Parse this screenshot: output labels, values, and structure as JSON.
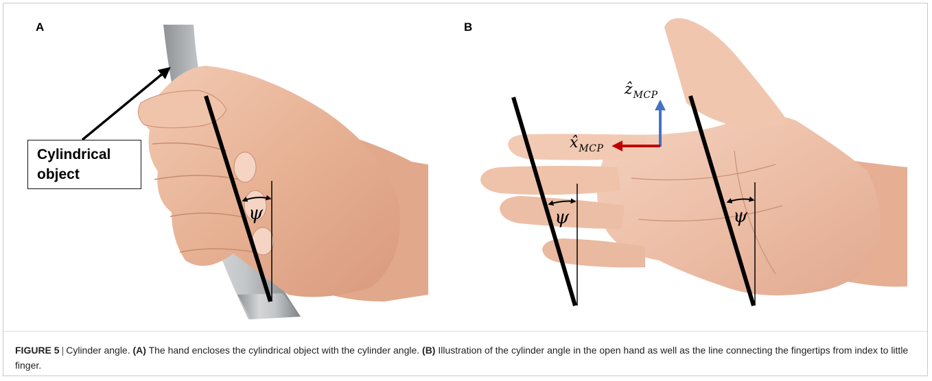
{
  "panels": {
    "a": {
      "label": "A",
      "callout": {
        "line1": "Cylindrical",
        "line2": "object"
      },
      "angle_symbol": "ψ"
    },
    "b": {
      "label": "B",
      "axis_z": {
        "symbol": "ẑ",
        "subscript": "MCP"
      },
      "axis_x": {
        "symbol": "x̂",
        "subscript": "MCP"
      },
      "angle_symbol": "ψ",
      "axis_colors": {
        "z": "#4472c4",
        "x": "#c00000"
      }
    }
  },
  "caption": {
    "figure_number": "FIGURE 5",
    "separator": "|",
    "title": "Cylinder angle.",
    "a_marker": "(A)",
    "a_text": "The hand encloses the cylindrical object with the cylinder angle.",
    "b_marker": "(B)",
    "b_text": "Illustration of the cylinder angle in the open hand as well as the line connecting the fingertips from index to little finger."
  }
}
